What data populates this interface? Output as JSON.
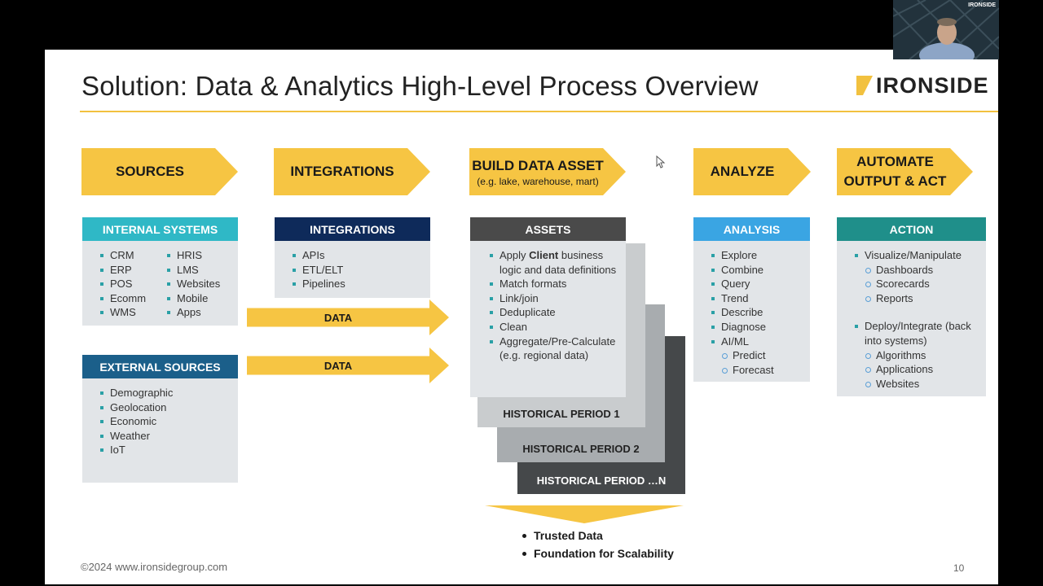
{
  "title": "Solution:  Data & Analytics High-Level Process Overview",
  "logo_text": "IRONSIDE",
  "webcam_logo": "IRONSIDE",
  "stages": [
    {
      "label": "SOURCES",
      "sub": ""
    },
    {
      "label": "INTEGRATIONS",
      "sub": ""
    },
    {
      "label": "BUILD DATA ASSET",
      "sub": "(e.g. lake, warehouse, mart)"
    },
    {
      "label": "ANALYZE",
      "sub": ""
    },
    {
      "label": "AUTOMATE OUTPUT & ACT",
      "sub": ""
    }
  ],
  "internal": {
    "header": "INTERNAL SYSTEMS",
    "col1": [
      "CRM",
      "ERP",
      "POS",
      "Ecomm",
      "WMS"
    ],
    "col2": [
      "HRIS",
      "LMS",
      "Websites",
      "Mobile",
      "Apps"
    ]
  },
  "external": {
    "header": "EXTERNAL SOURCES",
    "items": [
      "Demographic",
      "Geolocation",
      "Economic",
      "Weather",
      "IoT"
    ]
  },
  "integrations": {
    "header": "INTEGRATIONS",
    "items": [
      "APIs",
      "ETL/ELT",
      "Pipelines"
    ]
  },
  "data_arrows": [
    "DATA",
    "DATA"
  ],
  "assets": {
    "header": "ASSETS",
    "item1_pre": "Apply ",
    "item1_bold": "Client",
    "item1_post": " business logic and data definitions",
    "items": [
      "Match formats",
      "Link/join",
      "Deduplicate",
      "Clean",
      "Aggregate/Pre-Calculate (e.g. regional data)"
    ]
  },
  "historical": [
    "HISTORICAL PERIOD 1",
    "HISTORICAL PERIOD 2",
    "HISTORICAL PERIOD …N"
  ],
  "analysis": {
    "header": "ANALYSIS",
    "items": [
      "Explore",
      "Combine",
      "Query",
      "Trend",
      "Describe",
      "Diagnose",
      "AI/ML"
    ],
    "subitems": [
      "Predict",
      "Forecast"
    ]
  },
  "action": {
    "header": "ACTION",
    "item1": "Visualize/Manipulate",
    "sub1": [
      "Dashboards",
      "Scorecards",
      "Reports"
    ],
    "item2": "Deploy/Integrate (back into systems)",
    "sub2": [
      "Algorithms",
      "Applications",
      "Websites"
    ]
  },
  "outcomes": [
    "Trusted Data",
    "Foundation for Scalability"
  ],
  "footer": "©2024 www.ironsidegroup.com",
  "page_number": "10",
  "colors": {
    "accent": "#f6c543",
    "internal_header": "#2fb8c6",
    "external_header": "#1b5f8a",
    "integrations_header": "#0e2a5a",
    "assets_header": "#4a4a4a",
    "analysis_header": "#3aa5e3",
    "action_header": "#1f8f8a"
  }
}
